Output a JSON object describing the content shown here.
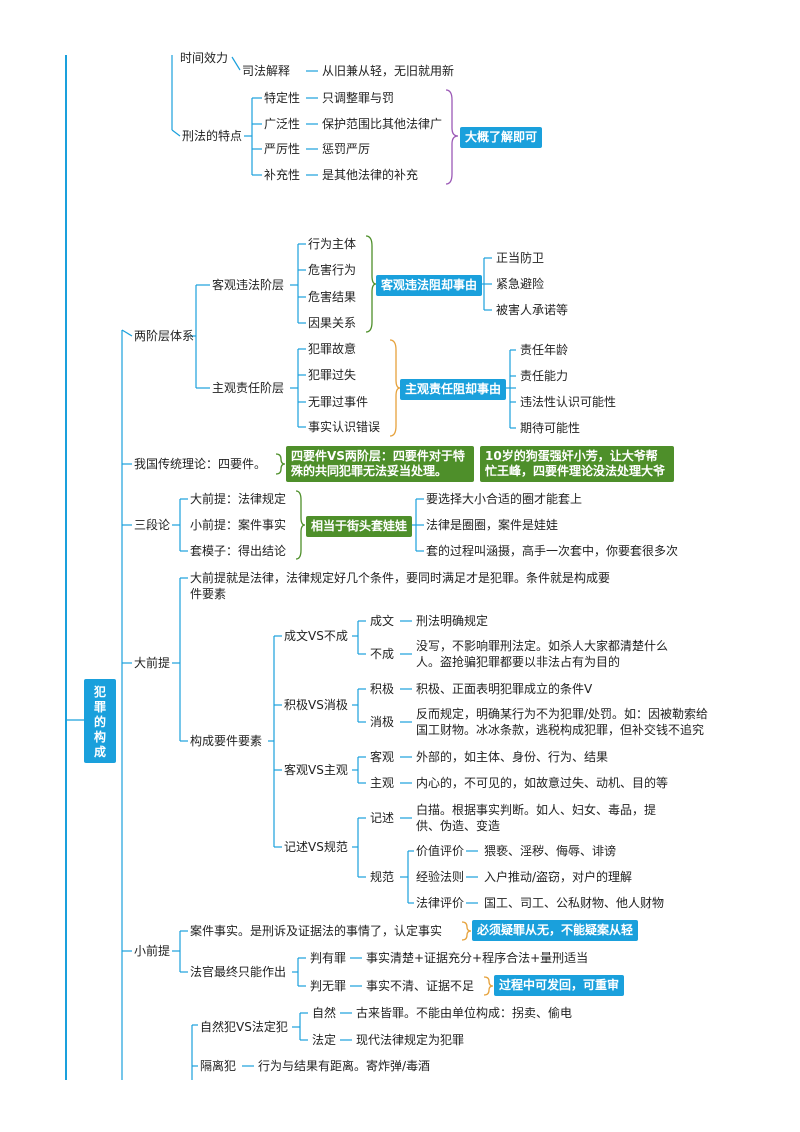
{
  "root": {
    "chars": [
      "犯",
      "罪",
      "的",
      "构",
      "成"
    ]
  },
  "nodes": {
    "time_effect": "时间效力",
    "judicial_interp": "司法解释",
    "judicial_interp_rule": "从旧兼从轻，无旧就用新",
    "criminal_features": "刑法的特点",
    "specificity": "特定性",
    "specificity_desc": "只调整罪与罚",
    "breadth": "广泛性",
    "breadth_desc": "保护范围比其他法律广",
    "severity": "严厉性",
    "severity_desc": "惩罚严厉",
    "supplementary": "补充性",
    "supplementary_desc": "是其他法律的补充",
    "two_tier": "两阶层体系",
    "objective_tier": "客观违法阶层",
    "act_subject": "行为主体",
    "harmful_act": "危害行为",
    "harmful_result": "危害结果",
    "causation": "因果关系",
    "justification_items": [
      "正当防卫",
      "紧急避险",
      "被害人承诺等"
    ],
    "subjective_tier": "主观责任阶层",
    "intent": "犯罪故意",
    "negligence": "犯罪过失",
    "no_fault": "无罪过事件",
    "mistake_fact": "事实认识错误",
    "excuse_items": [
      "责任年龄",
      "责任能力",
      "违法性认识可能性",
      "期待可能性"
    ],
    "traditional": "我国传统理论：四要件。",
    "syllogism": "三段论",
    "major": "大前提：法律规定",
    "minor": "小前提：案件事实",
    "conclusion": "套模子：得出结论",
    "syllogism_notes": [
      "要选择大小合适的圈才能套上",
      "法律是圈圈，案件是娃娃",
      "套的过程叫涵摄，高手一次套中，你要套很多次"
    ],
    "major_premise": "大前提",
    "major_premise_desc": "大前提就是法律，法律规定好几个条件，要同时满足才是犯罪。条件就是构成要件要素",
    "elements": "构成要件要素",
    "written_vs": "成文VS不成",
    "written": "成文",
    "written_desc": "刑法明确规定",
    "unwritten": "不成",
    "unwritten_desc": "没写，不影响罪刑法定。如杀人大家都清楚什么人。盗抢骗犯罪都要以非法占有为目的",
    "positive_vs": "积极VS消极",
    "positive": "积极",
    "positive_desc": "积极、正面表明犯罪成立的条件V",
    "negative": "消极",
    "negative_desc": "反而规定，明确某行为不为犯罪/处罚。如：因被勒索给国工财物。冰冰条款，逃税构成犯罪，但补交钱不追究",
    "objective_vs": "客观VS主观",
    "objective": "客观",
    "objective_desc": "外部的，如主体、身份、行为、结果",
    "subjective": "主观",
    "subjective_desc": "内心的，不可见的，如故意过失、动机、目的等",
    "descriptive_vs": "记述VS规范",
    "descriptive": "记述",
    "descriptive_desc": "白描。根据事实判断。如人、妇女、毒品，提供、伪造、变造",
    "normative": "规范",
    "value_eval": "价值评价",
    "value_eval_desc": "猥亵、淫秽、侮辱、诽谤",
    "experience_rule": "经验法则",
    "experience_rule_desc": "入户推动/盗窃，对户的理解",
    "legal_eval": "法律评价",
    "legal_eval_desc": "国工、司工、公私财物、他人财物",
    "minor_premise": "小前提",
    "case_facts": "案件事实。是刑诉及证据法的事情了，认定事实",
    "judge_final": "法官最终只能作出",
    "guilty": "判有罪",
    "guilty_desc": "事实清楚+证据充分+程序合法+量刑适当",
    "not_guilty": "判无罪",
    "not_guilty_desc": "事实不清、证据不足",
    "natural_vs": "自然犯VS法定犯",
    "natural": "自然",
    "natural_desc": "古来皆罪。不能由单位构成：拐卖、偷电",
    "statutory": "法定",
    "statutory_desc": "现代法律规定为犯罪",
    "separation": "隔离犯",
    "separation_desc": "行为与结果有距离。寄炸弹/毒酒"
  },
  "tags": {
    "general_only": "大概了解即可",
    "objective_barrier": "客观违法阻却事由",
    "subjective_barrier": "主观责任阻却事由",
    "four_vs_two": "四要件VS两阶层：四要件对于特殊的共同犯罪无法妥当处理。",
    "four_vs_two_example": "10岁的狗蛋强奸小芳，让大爷帮忙王峰，四要件理论没法处理大爷",
    "doll_metaphor": "相当于街头套娃娃",
    "doubt_rule": "必须疑罪从无，不能疑案从轻",
    "retrial": "过程中可发回，可重审"
  },
  "colors": {
    "accent_blue": "#1aa0dc",
    "accent_green": "#4e8f2a",
    "line_blue": "#1aa0dc",
    "brace_purple": "#9b59b6",
    "brace_green": "#4e8f2a",
    "brace_orange": "#e6a23c"
  }
}
